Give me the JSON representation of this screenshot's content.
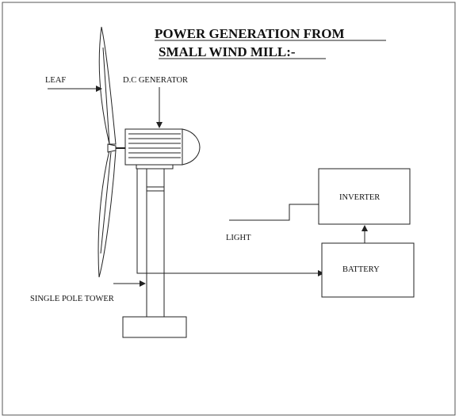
{
  "title": {
    "line1": "POWER GENERATION FROM",
    "line2": "SMALL WIND MILL:-"
  },
  "labels": {
    "leaf": "LEAF",
    "generator": "D.C GENERATOR",
    "inverter": "INVERTER",
    "battery": "BATTERY",
    "light": "LIGHT",
    "tower": "SINGLE POLE TOWER"
  },
  "colors": {
    "line": "#222222",
    "background": "#ffffff"
  }
}
